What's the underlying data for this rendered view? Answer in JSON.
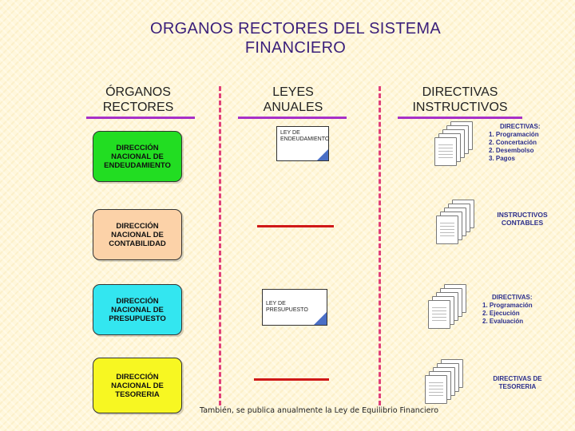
{
  "title": "ORGANOS RECTORES DEL SISTEMA FINANCIERO",
  "columns": {
    "organos": "ÓRGANOS RECTORES",
    "leyes": "LEYES ANUALES",
    "directivas": "DIRECTIVAS INSTRUCTIVOS"
  },
  "organos": [
    {
      "label": "DIRECCIÓN NACIONAL DE ENDEUDAMIENTO",
      "color": "#22dd22"
    },
    {
      "label": "DIRECCIÓN NACIONAL DE CONTABILIDAD",
      "color": "#fcd2a8"
    },
    {
      "label": "DIRECCIÓN NACIONAL DE PRESUPUESTO",
      "color": "#33e6f0"
    },
    {
      "label": "DIRECCIÓN NACIONAL DE TESORERIA",
      "color": "#f7f722"
    }
  ],
  "leyes": {
    "endeudamiento": "LEY DE ENDEUDAMIENTO",
    "presupuesto": "LEY DE PRESUPUESTO"
  },
  "directivas": {
    "endeudamiento": {
      "title": "DIRECTIVAS:",
      "items": [
        "1. Programación",
        "2. Concertación",
        "2. Desembolso",
        "3. Pagos"
      ]
    },
    "contabilidad": "INSTRUCTIVOS CONTABLES",
    "presupuesto": {
      "title": "DIRECTIVAS:",
      "items": [
        "1. Programación",
        "2. Ejecución",
        "2. Evaluación"
      ]
    },
    "tesoreria": "DIRECTIVAS DE TESORERIA"
  },
  "footer": "También, se publica anualmente la Ley de Equilibrio Financiero",
  "colors": {
    "accent_line": "#a830c8",
    "dash": "#e0407a",
    "red_line": "#d01818",
    "directive_text": "#2c2f8c"
  }
}
